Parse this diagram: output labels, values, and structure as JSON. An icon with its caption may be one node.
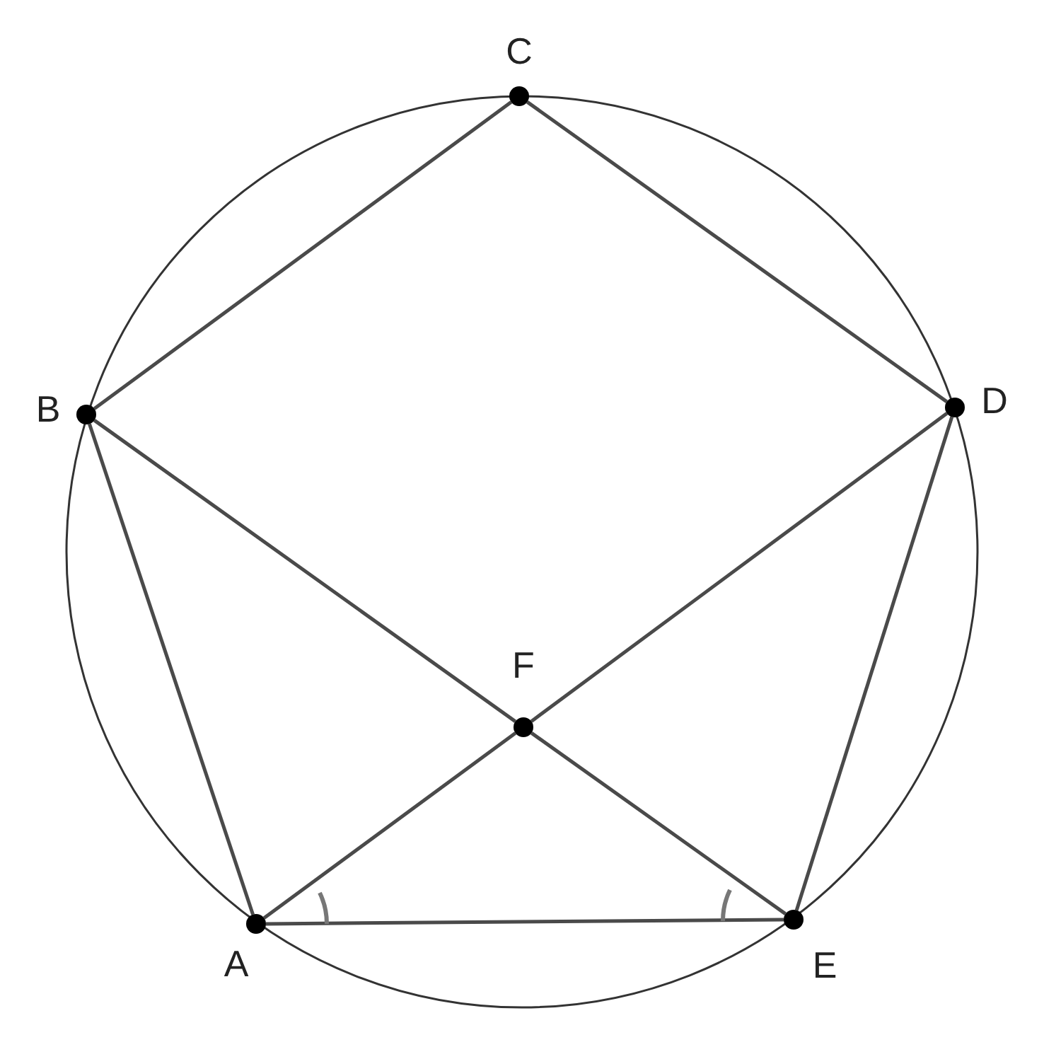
{
  "diagram": {
    "nodes": [
      {
        "text": [
          "C"
        ]
      },
      {
        "text": [
          "B"
        ]
      },
      {
        "text": [
          "D"
        ]
      },
      {
        "text": [
          "F"
        ]
      },
      {
        "text": [
          "A"
        ]
      },
      {
        "text": [
          "E"
        ]
      }
    ],
    "edges": [
      {
        "from": 4,
        "to": 1,
        "arrow": "none"
      },
      {
        "from": 1,
        "to": 0,
        "arrow": "none"
      },
      {
        "from": 0,
        "to": 2,
        "arrow": "none"
      },
      {
        "from": 2,
        "to": 5,
        "arrow": "none"
      },
      {
        "from": 5,
        "to": 4,
        "arrow": "none"
      },
      {
        "from": 1,
        "to": 3,
        "arrow": "none"
      },
      {
        "from": 3,
        "to": 5,
        "arrow": "none"
      },
      {
        "from": 4,
        "to": 3,
        "arrow": "none"
      },
      {
        "from": 3,
        "to": 2,
        "arrow": "none"
      }
    ]
  }
}
